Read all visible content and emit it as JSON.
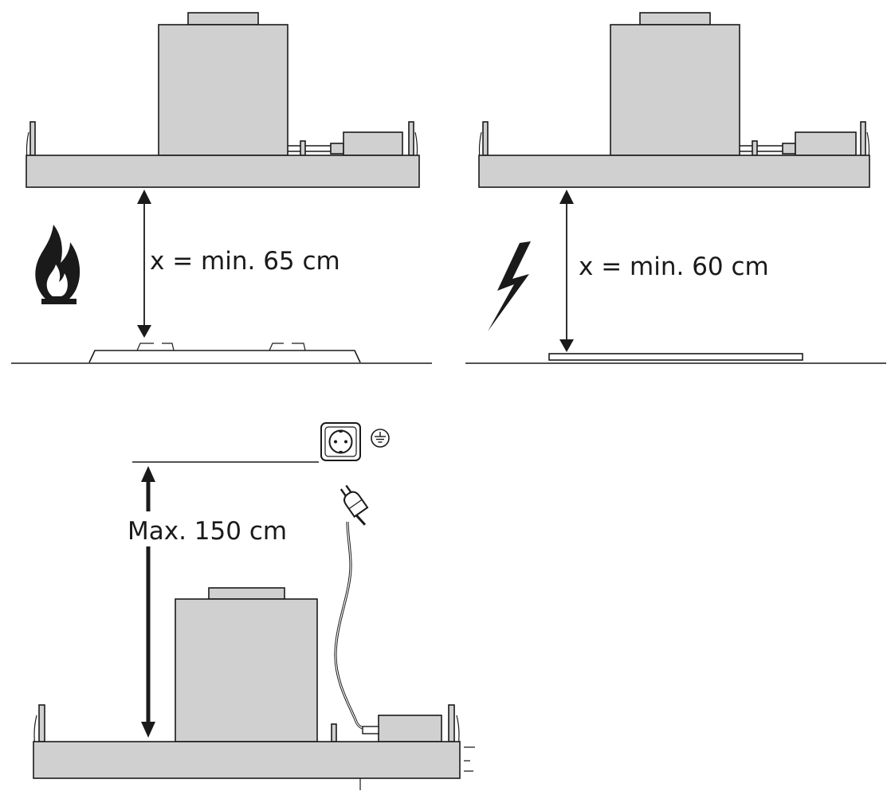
{
  "labels": {
    "gas_distance": "x = min. 65 cm",
    "electric_distance": "x = min. 60 cm",
    "cable_length": "Max. 150 cm"
  },
  "icons": {
    "gas": "flame-icon",
    "electric": "lightning-bolt-icon",
    "socket": "socket-outlet-icon",
    "ground": "ground-symbol-icon",
    "plug": "power-plug-icon"
  },
  "colors": {
    "hood_body": "#d0d0d0",
    "ink": "#1a1a1a"
  }
}
